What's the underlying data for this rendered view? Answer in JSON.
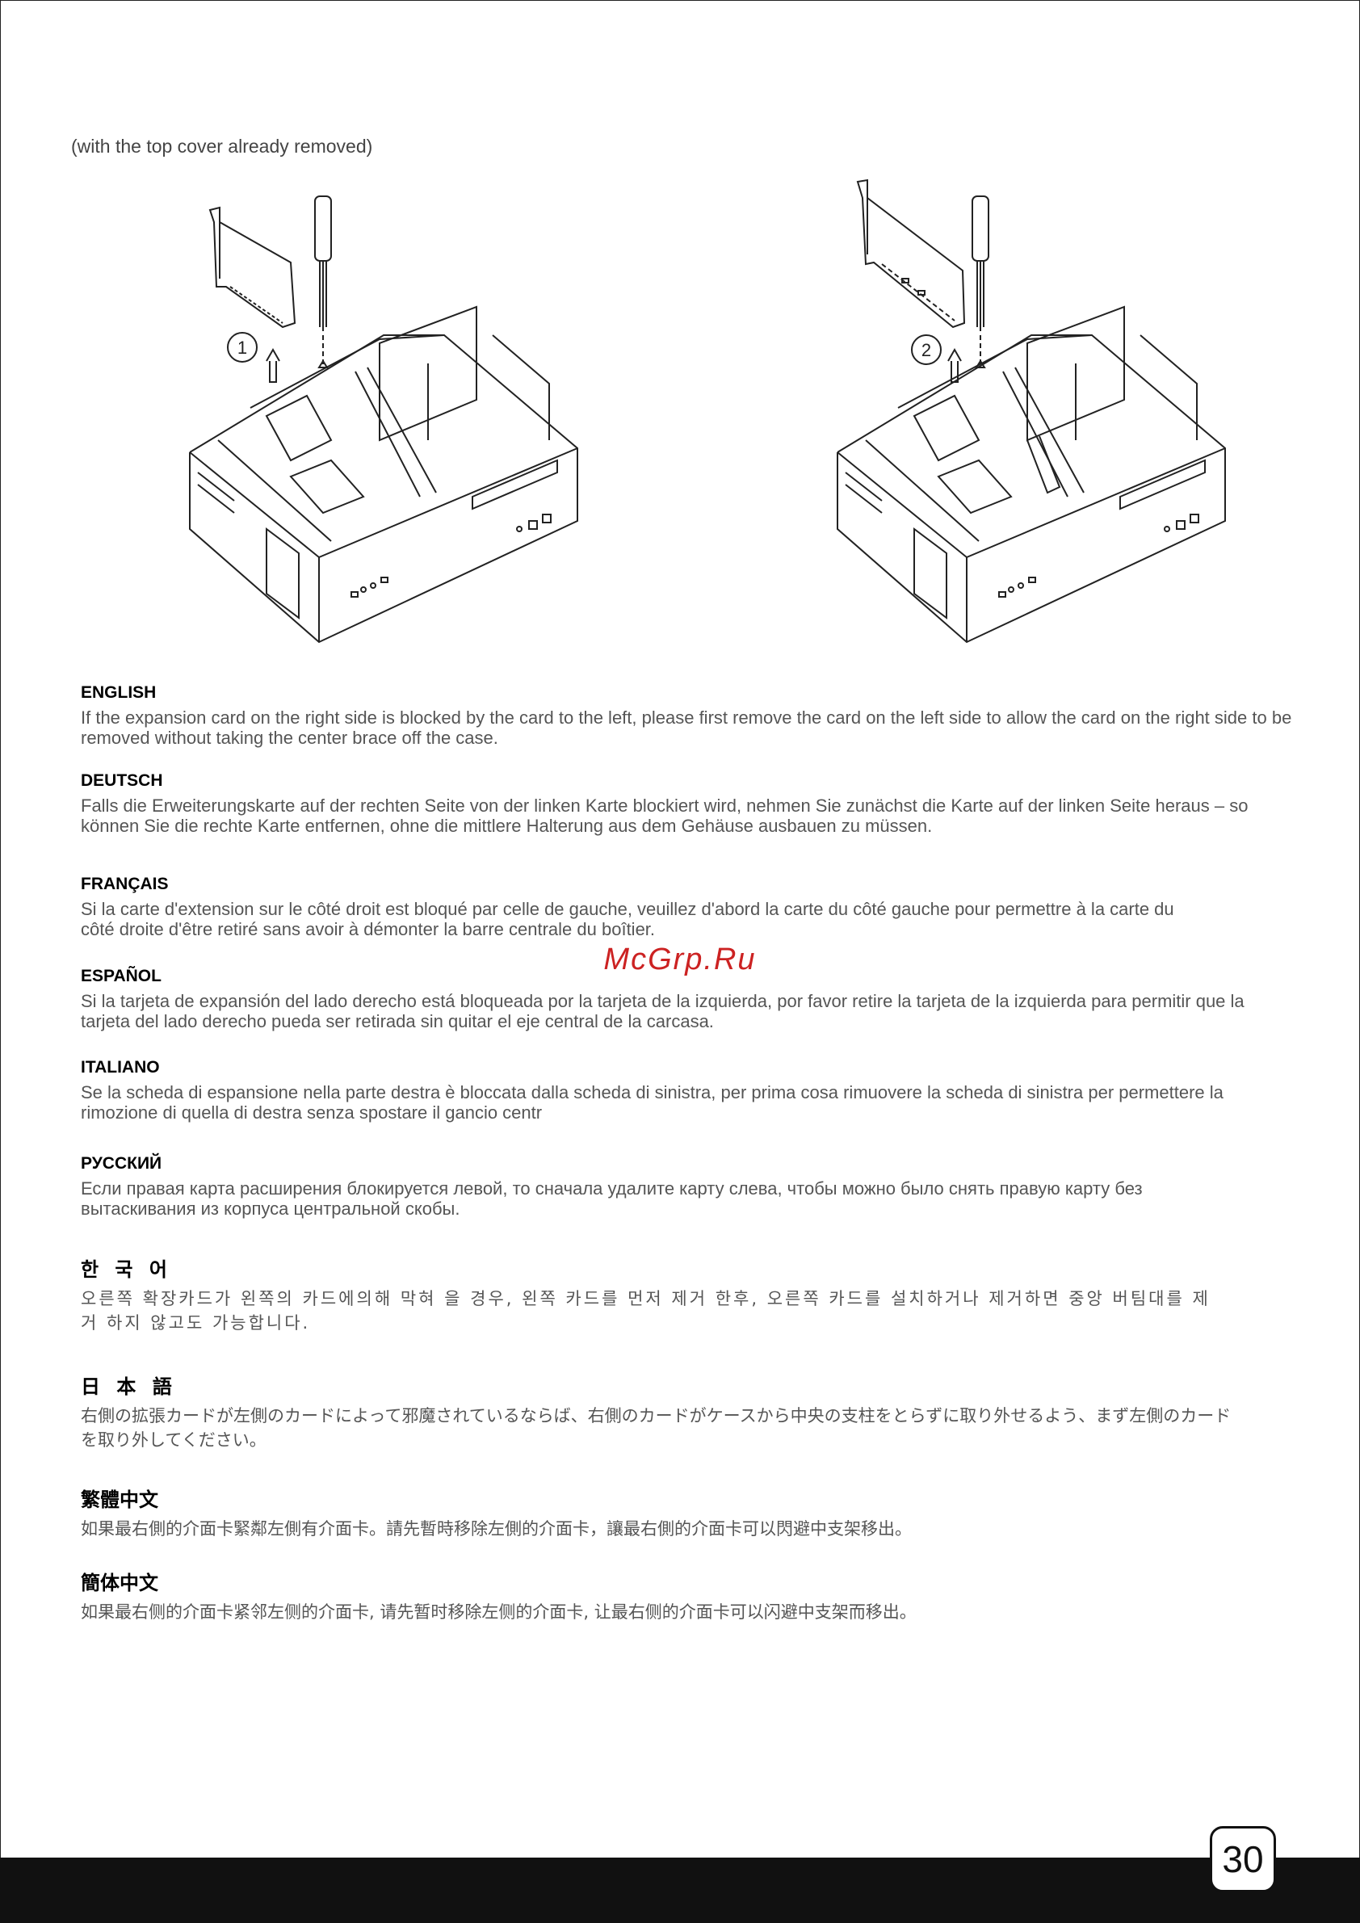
{
  "note": "(with the top cover already removed)",
  "steps": [
    {
      "number": "1"
    },
    {
      "number": "2"
    }
  ],
  "watermark": "McGrp.Ru",
  "sections": [
    {
      "heading": "ENGLISH",
      "text": "If the expansion card on the right side is blocked by the card to the left, please first remove the card on the left side to allow the card on the right side to be removed without taking the center brace off the case."
    },
    {
      "heading": "DEUTSCH",
      "text": "Falls die Erweiterungskarte auf der rechten Seite von der linken Karte blockiert wird, nehmen Sie zunächst die Karte auf der linken Seite heraus – so können Sie die rechte Karte entfernen, ohne die mittlere Halterung aus dem Gehäuse ausbauen zu müssen."
    },
    {
      "heading": "FRANÇAIS",
      "text": "Si la carte d'extension sur le côté droit est bloqué par celle de gauche, veuillez d'abord la carte du côté gauche pour permettre à la carte du côté droite d'être retiré sans avoir à démonter la barre centrale du boîtier."
    },
    {
      "heading": "ESPAÑOL",
      "text": "Si la tarjeta de expansión del lado derecho está bloqueada por la tarjeta de la izquierda, por favor retire la tarjeta de la izquierda para permitir que la tarjeta del lado derecho pueda ser retirada sin quitar el eje central de la carcasa."
    },
    {
      "heading": "ITALIANO",
      "text": "Se la scheda di espansione nella parte destra è bloccata dalla scheda di sinistra, per prima cosa rimuovere la scheda di sinistra per permettere la rimozione di quella di destra senza spostare il gancio centr"
    },
    {
      "heading": "РУССКИЙ",
      "text": "Если правая карта расширения блокируется левой, то сначала удалите карту слева, чтобы можно было снять правую карту без вытаскивания из корпуса центральной скобы."
    },
    {
      "heading": "한 국 어",
      "text": "오른쪽 확장카드가 왼쪽의 카드에의해 막혀 을 경우, 왼쪽 카드를 먼저 제거 한후, 오른쪽 카드를 설치하거나 제거하면 중앙 버팀대를 제거 하지 않고도 가능합니다."
    },
    {
      "heading": "日 本 語",
      "text": "右側の拡張カードが左側のカードによって邪魔されているならば、右側のカードがケースから中央の支柱をとらずに取り外せるよう、まず左側のカードを取り外してください。"
    },
    {
      "heading": "繁體中文",
      "text": "如果最右側的介面卡緊鄰左側有介面卡。請先暫時移除左側的介面卡，讓最右側的介面卡可以閃避中支架移出。"
    },
    {
      "heading": "簡体中文",
      "text": "如果最右侧的介面卡紧邻左侧的介面卡, 请先暂时移除左侧的介面卡, 让最右侧的介面卡可以闪避中支架而移出。"
    }
  ],
  "page_number": "30"
}
